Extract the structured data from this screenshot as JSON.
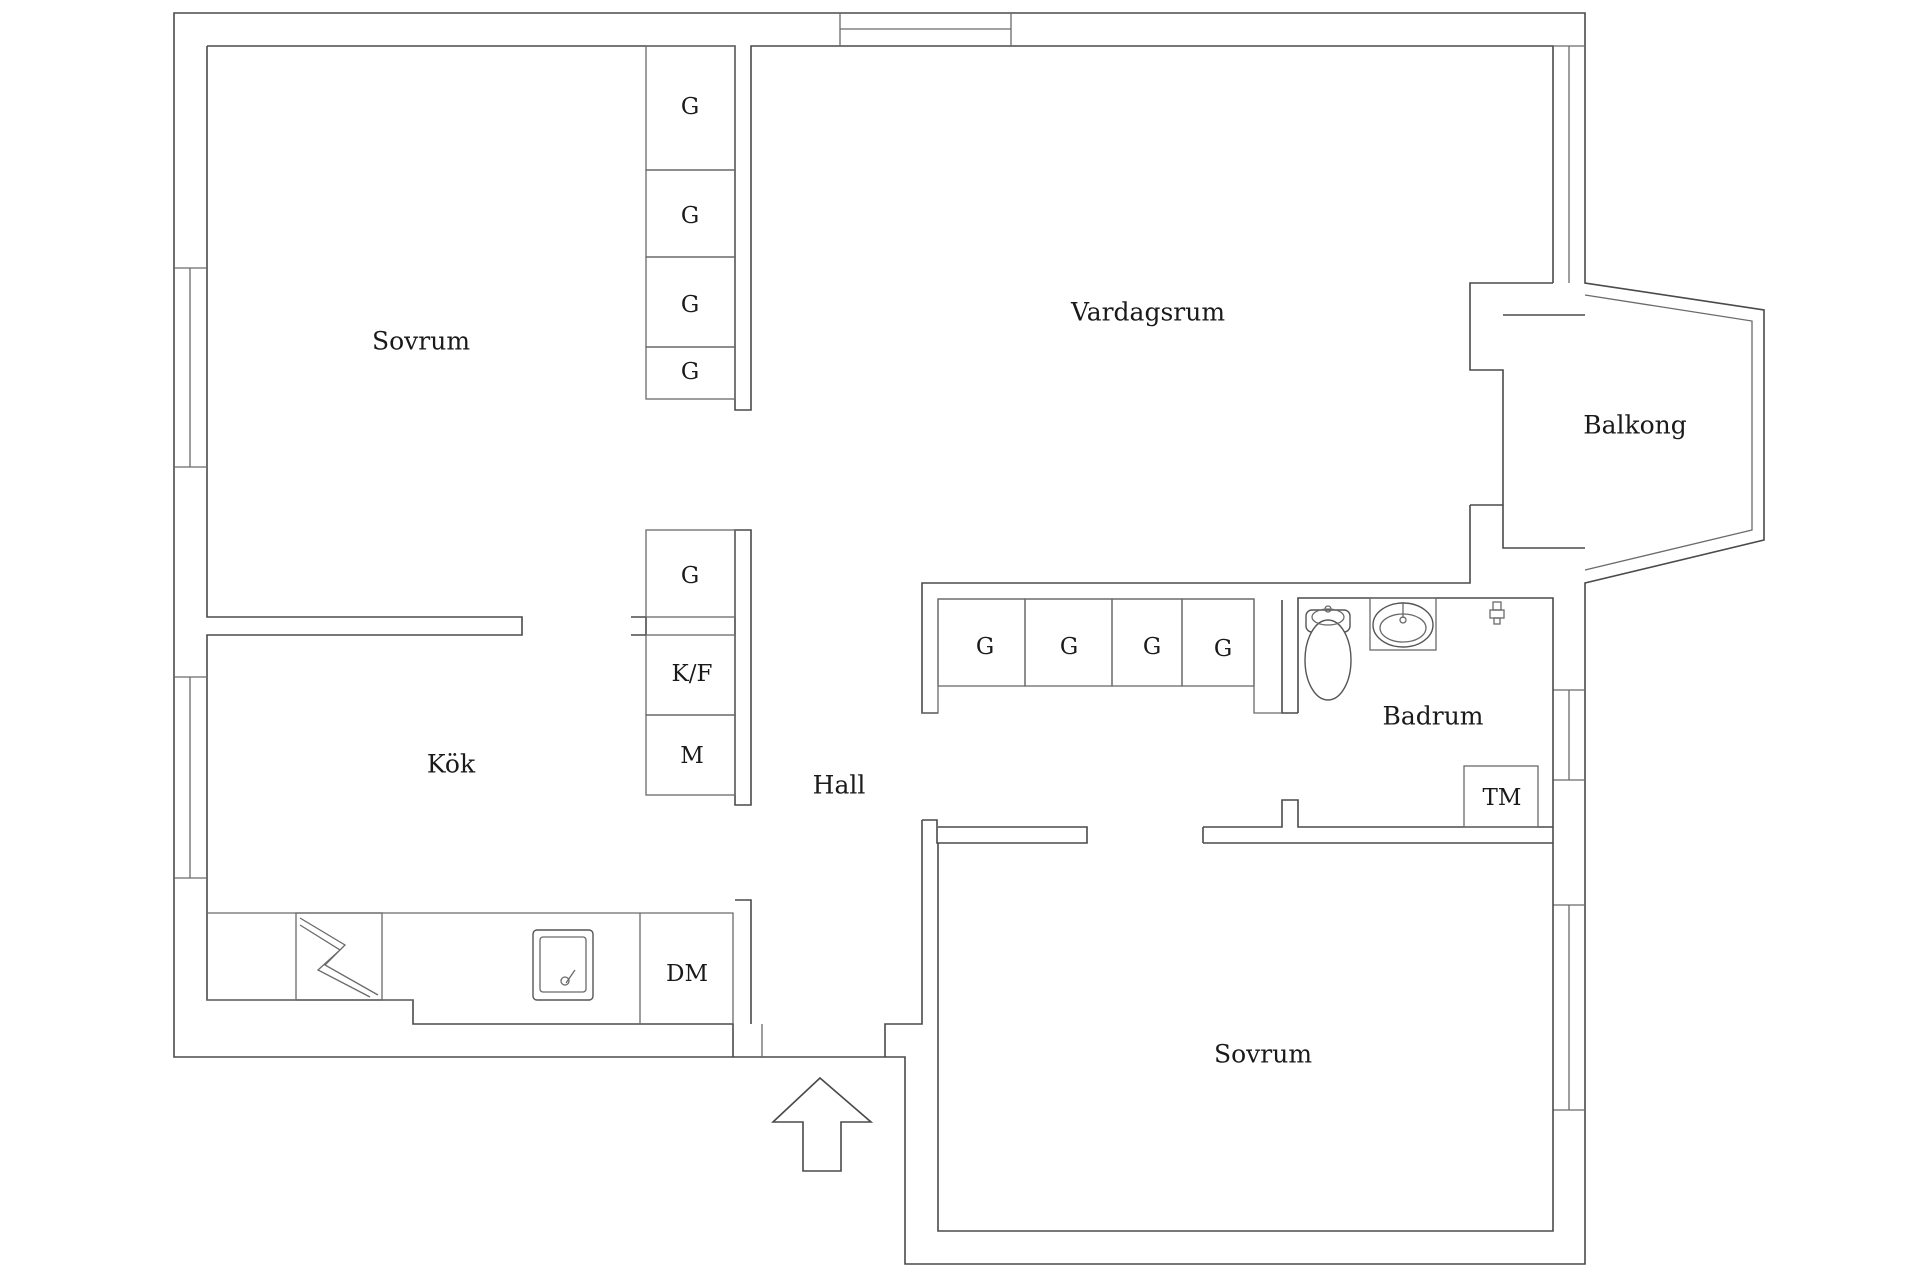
{
  "rooms": {
    "bedroom_1": "Sovrum",
    "living_room": "Vardagsrum",
    "balcony": "Balkong",
    "kitchen": "Kök",
    "hall": "Hall",
    "bathroom": "Badrum",
    "bedroom_2": "Sovrum"
  },
  "fixtures": {
    "wardrobe_g": "G",
    "fridge_freezer": "K/F",
    "microwave": "M",
    "dishwasher": "DM",
    "washing_machine": "TM"
  },
  "icons": {
    "entrance": "entrance-arrow-icon",
    "stove": "stove-icon",
    "sink": "kitchen-sink-icon",
    "toilet": "toilet-icon",
    "washbasin": "washbasin-icon",
    "tap": "tap-icon"
  }
}
